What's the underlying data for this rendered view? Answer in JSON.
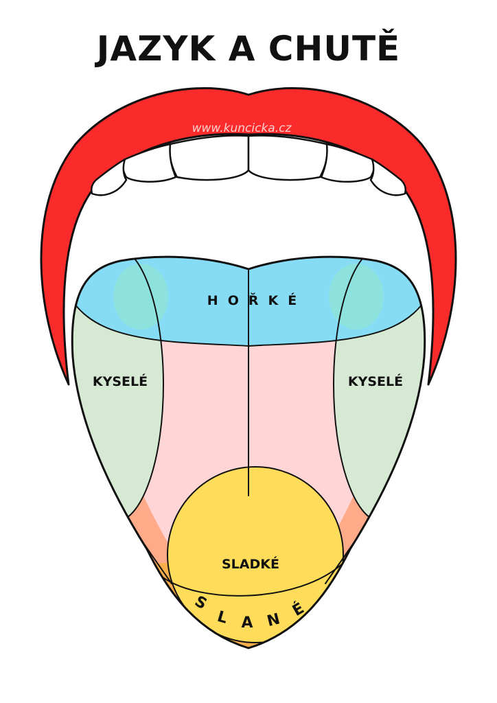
{
  "title": "JAZYK A CHUTĚ",
  "watermark": "www.kuncicka.cz",
  "regions": {
    "bitter": "HOŘKÉ",
    "sour_left": "KYSELÉ",
    "sour_right": "KYSELÉ",
    "sweet": "SLADKÉ",
    "salty": [
      "S",
      "L",
      "A",
      "N",
      "É"
    ]
  },
  "colors": {
    "lips": "#fb2b2b",
    "tongue_base": "#ffd5d5",
    "bitter": "#87dcf5",
    "sour": "#d6e9d3",
    "sweet": "#ffdc5a",
    "salty": "#fbae4b",
    "salty_edge": "#ffab8a"
  }
}
